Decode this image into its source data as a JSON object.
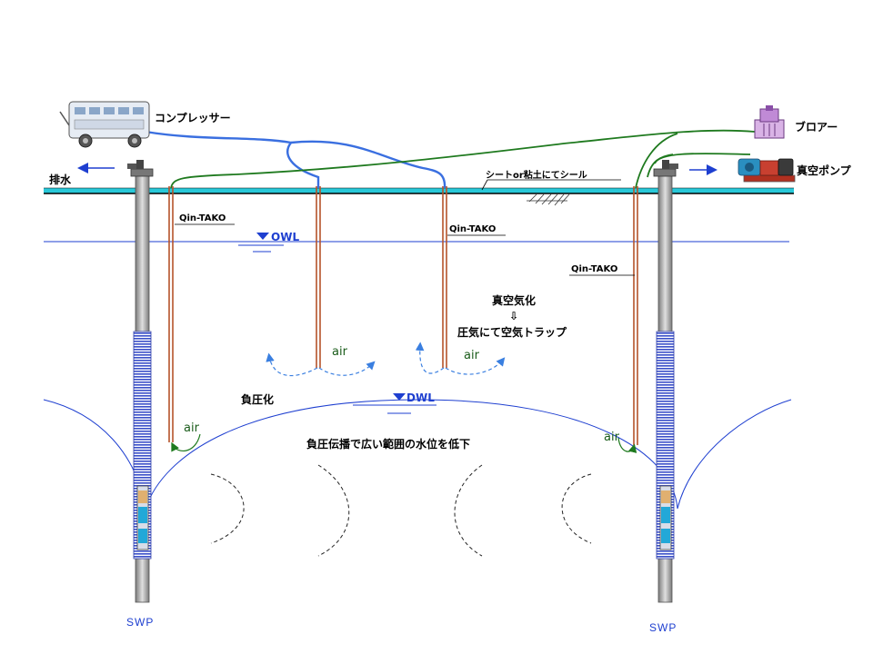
{
  "labels": {
    "compressor": "コンプレッサー",
    "blower": "ブロアー",
    "vacuum_pump": "真空ポンプ",
    "drainage": "排水",
    "seal": "シートor粘土にてシール",
    "qin_tako_1": "Qin-TAKO",
    "qin_tako_2": "Qin-TAKO",
    "qin_tako_3": "Qin-TAKO",
    "owl": "OWL",
    "dwl": "DWL",
    "vaporization": "真空気化",
    "air_trap": "圧気にて空気トラップ",
    "air_1": "air",
    "air_2": "air",
    "air_3": "air",
    "air_4": "air",
    "negative_pressure": "負圧化",
    "propagation": "負圧伝播で広い範囲の水位を低下",
    "swp_left": "SWP",
    "swp_right": "SWP",
    "down_arrow": "⇩"
  },
  "colors": {
    "ground": "#28c8d8",
    "water_line": "#1e3fd0",
    "air_hose": "#3a6fe0",
    "green_pipe": "#1f7a1f",
    "qin_pipe": "#b5532a",
    "pipe_gray": "#9a9a9a",
    "screen_blue": "#3a4fc8"
  }
}
